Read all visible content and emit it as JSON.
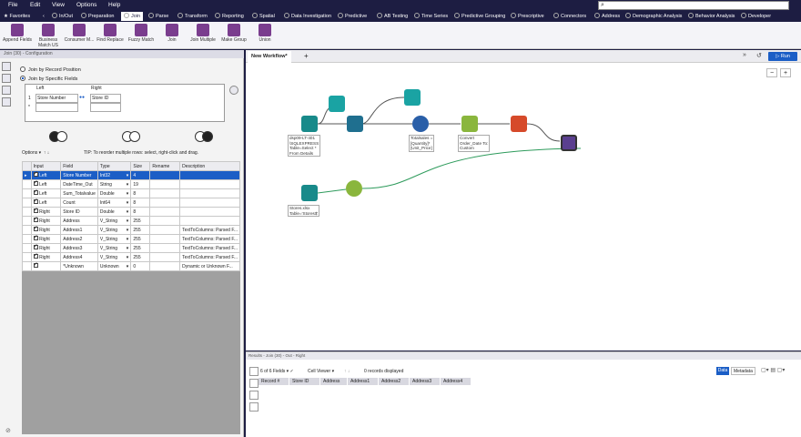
{
  "menu": [
    "File",
    "Edit",
    "View",
    "Options",
    "Help"
  ],
  "tabs": [
    "Favorites",
    "In/Out",
    "Preparation",
    "Join",
    "Parse",
    "Transform",
    "Reporting",
    "Spatial",
    "Data Investigation",
    "Predictive",
    "AB Testing",
    "Time Series",
    "Predictive Grouping",
    "Prescriptive",
    "Connectors",
    "Address",
    "Demographic Analysis",
    "Behavior Analysis",
    "Developer"
  ],
  "tools": [
    "Append Fields",
    "Business Match US",
    "Consumer M...",
    "Find Replace",
    "Fuzzy Match",
    "Join",
    "Join Multiple",
    "Make Group",
    "Union"
  ],
  "config": {
    "header": "Join (30) - Configuration",
    "radio1": "Join by Record Position",
    "radio2": "Join by Specific Fields",
    "left_head": "Left",
    "right_head": "Right",
    "row1_num": "1",
    "row1_left": "Store Number",
    "row1_right": "Store ID",
    "row2_num": "*",
    "options": "Options",
    "tip": "TIP: To reorder multiple rows: select, right-click and drag.",
    "cols": [
      "Input",
      "Field",
      "Type",
      "Size",
      "Rename",
      "Description"
    ],
    "rows": [
      {
        "input": "Left",
        "field": "Store Number",
        "type": "Int32",
        "size": "4",
        "desc": ""
      },
      {
        "input": "Left",
        "field": "DateTime_Out",
        "type": "String",
        "size": "19",
        "desc": ""
      },
      {
        "input": "Left",
        "field": "Sum_Totalvalue",
        "type": "Double",
        "size": "8",
        "desc": ""
      },
      {
        "input": "Left",
        "field": "Count",
        "type": "Int64",
        "size": "8",
        "desc": ""
      },
      {
        "input": "Right",
        "field": "Store ID",
        "type": "Double",
        "size": "8",
        "desc": ""
      },
      {
        "input": "Right",
        "field": "Address",
        "type": "V_String",
        "size": "255",
        "desc": ""
      },
      {
        "input": "Right",
        "field": "Address1",
        "type": "V_String",
        "size": "255",
        "desc": "TextToColumns: Parsed F..."
      },
      {
        "input": "Right",
        "field": "Address2",
        "type": "V_String",
        "size": "255",
        "desc": "TextToColumns: Parsed F..."
      },
      {
        "input": "Right",
        "field": "Address3",
        "type": "V_String",
        "size": "255",
        "desc": "TextToColumns: Parsed F..."
      },
      {
        "input": "Right",
        "field": "Address4",
        "type": "V_String",
        "size": "255",
        "desc": "TextToColumns: Parsed F..."
      },
      {
        "input": "",
        "field": "*Unknown",
        "type": "Unknown",
        "size": "0",
        "desc": "Dynamic or Unknown F..."
      }
    ]
  },
  "canvas": {
    "tab": "New Workflow*",
    "run": "Run",
    "lbl_input1": [
      "dsp09-LT-401",
      "\\SQLEXPRESS",
      "Table=Select *",
      "From Details"
    ],
    "lbl_formula": [
      "Totalsales =",
      "[Quantity]*",
      "[Unit_Price]"
    ],
    "lbl_convert": [
      "Convert",
      "Order_Date To:",
      "Custom"
    ],
    "lbl_input2": [
      "Stores.xlsx",
      "Table='Stores$'"
    ]
  },
  "results": {
    "header": "Results - Join (30) - Out - Right",
    "fields": "6 of 6 Fields",
    "viewer": "Cell Viewer",
    "records": "0 records displayed",
    "data": "Data",
    "metadata": "Metadata",
    "cols": [
      "Record #",
      "Store ID",
      "Address",
      "Address1",
      "Address2",
      "Address3",
      "Address4"
    ]
  }
}
